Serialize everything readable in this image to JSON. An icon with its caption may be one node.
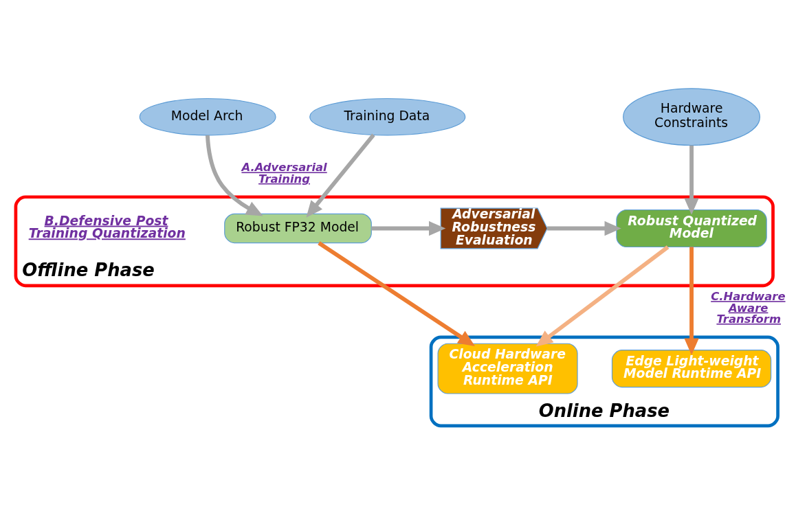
{
  "diagram": {
    "nodes": [
      {
        "text": [
          "Model Arch"
        ]
      },
      {
        "text": [
          "Training Data"
        ]
      },
      {
        "text": [
          "Hardware Constraints"
        ]
      },
      {
        "text": [
          "Offline Phase"
        ]
      },
      {
        "text": [
          "Robust FP32 Model"
        ],
        "in": 3
      },
      {
        "text": [
          "Adversarial Robustness Evaluation"
        ],
        "in": 3
      },
      {
        "text": [
          "Robust Quantized Model"
        ],
        "in": 3
      },
      {
        "text": [
          "Online Phase"
        ]
      },
      {
        "text": [
          "Cloud Hardware Acceleration Runtime API"
        ],
        "in": 7
      },
      {
        "text": [
          "Edge Light-weight Model Runtime API"
        ],
        "in": 7
      }
    ],
    "edges": [
      {
        "from": 0,
        "to": 4,
        "arrow": "to",
        "label": "A.Adversarial Training"
      },
      {
        "from": 1,
        "to": 4,
        "arrow": "to"
      },
      {
        "from": 2,
        "to": 6,
        "arrow": "to"
      },
      {
        "from": 4,
        "to": 5,
        "arrow": "to"
      },
      {
        "from": 5,
        "to": 6,
        "arrow": "to"
      },
      {
        "from": 4,
        "to": 8,
        "arrow": "to",
        "color": "#ed7d31"
      },
      {
        "from": 6,
        "to": 9,
        "arrow": "to",
        "color": "#ed7d31",
        "label": "C.Hardware Aware Transform"
      },
      {
        "from": 6,
        "to": 8,
        "arrow": "to",
        "color": "#f4b183"
      }
    ],
    "labels": [
      "B.Defensive Post Training Quantization"
    ]
  }
}
